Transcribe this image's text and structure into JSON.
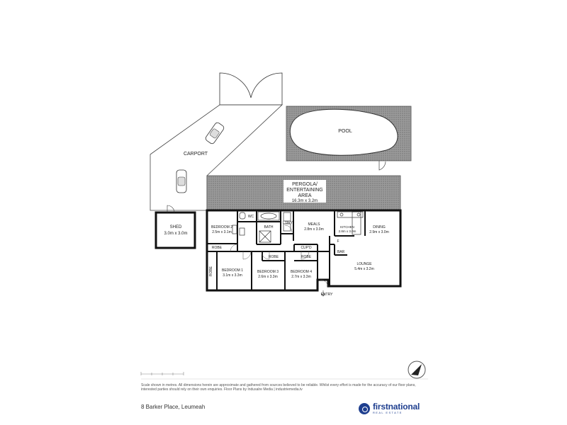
{
  "rooms": {
    "carport": {
      "name": "CARPORT"
    },
    "pool": {
      "name": "POOL"
    },
    "pergola": {
      "line1": "PERGOLA/",
      "line2": "ENTERTAINING",
      "line3": "AREA",
      "size": "16.3m x 3.2m"
    },
    "shed": {
      "name": "SHED",
      "size": "3.0m x 3.0m"
    },
    "bedroom2": {
      "name": "BEDROOM 2",
      "size": "2.5m x 3.1m"
    },
    "wc": {
      "name": "WC"
    },
    "bath": {
      "name": "BATH"
    },
    "laundry": {
      "name": "L'DRY"
    },
    "meals": {
      "name": "MEALS",
      "size": "2.8m x 3.0m"
    },
    "kitchen": {
      "name": "KITCHEN",
      "size": "2.8m x 3.0m"
    },
    "dining": {
      "name": "DINING",
      "size": "2.9m x 3.0m"
    },
    "robe_b2": {
      "name": "ROBE"
    },
    "robe_b1": {
      "name": "ROBE"
    },
    "robe_b3": {
      "name": "ROBE"
    },
    "robe_b4": {
      "name": "ROBE"
    },
    "cupd": {
      "name": "CUP'D"
    },
    "fridge": {
      "name": "F"
    },
    "bar": {
      "name": "BAR"
    },
    "bedroom1": {
      "name": "BEDROOM 1",
      "size": "3.1m x 3.3m"
    },
    "bedroom3": {
      "name": "BEDROOM 3",
      "size": "2.6m x 3.3m"
    },
    "bedroom4": {
      "name": "BEDROOM 4",
      "size": "2.7m x 3.3m"
    },
    "lounge": {
      "name": "LOUNGE",
      "size": "5.4m x 3.2m"
    },
    "entry": {
      "name": "ENTRY"
    }
  },
  "footer": {
    "disclaimer": "Scale shown in metres. All dimensions herein are approximate and gathered from sources believed to be reliable. Whilst every effort is made for the accuracy of our floor plans, interested parties should rely on their own enquiries. Floor Plans by Indusalre Media | industriemedia.tv",
    "address": "8 Barker Place, Leumeah",
    "brand_name": "firstnational",
    "brand_sub": "REAL ESTATE"
  },
  "colors": {
    "wall": "#1a1a1a",
    "hatch": "#8a8a8a",
    "brand": "#1f3f8f"
  },
  "icons": {
    "compass": "north-arrow-icon",
    "brand": "first-national-logo-icon"
  }
}
